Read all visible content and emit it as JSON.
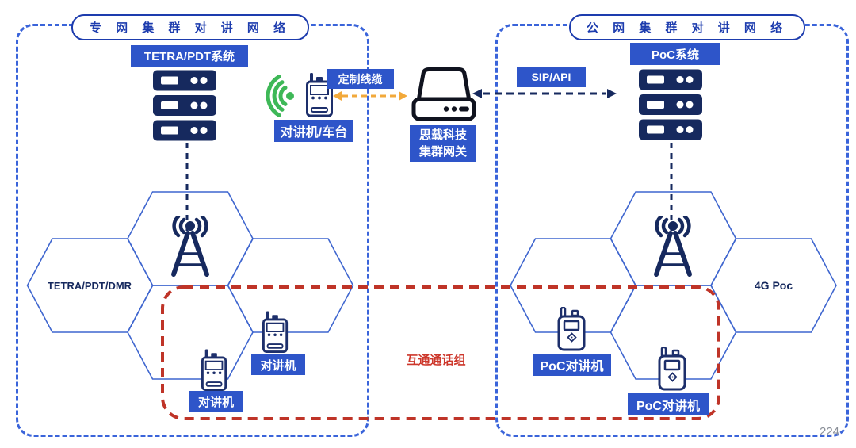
{
  "page_number": "224",
  "colors": {
    "chip_blue": "#2e55c9",
    "pill_navy": "#1d3cae",
    "icon_navy": "#16295e",
    "container_dash_blue": "#3a64da",
    "hex_border_blue": "#3f66cf",
    "talk_group_red": "#bf3428",
    "signal_green": "#3eb857",
    "cable_orange": "#f2a93b",
    "gateway_black": "#10131f",
    "page_number_gray": "#8a8f98"
  },
  "private_network": {
    "title": "专 网 集 群 对 讲 网 络",
    "system_label": "TETRA/PDT系统",
    "radio_mobile_label": "对讲机/车台",
    "cell_tech_label": "TETRA/PDT/DMR",
    "handset_labels": [
      "对讲机",
      "对讲机"
    ]
  },
  "public_network": {
    "title": "公 网 集 群 对 讲 网 络",
    "system_label": "PoC系统",
    "cell_tech_label": "4G Poc",
    "handset_labels": [
      "PoC对讲机",
      "PoC对讲机"
    ]
  },
  "gateway": {
    "name_line1": "思载科技",
    "name_line2": "集群网关"
  },
  "links": {
    "custom_cable_label": "定制线缆",
    "sip_api_label": "SIP/API"
  },
  "talk_group": {
    "label": "互通通话组"
  },
  "icons": [
    "server-stack-icon",
    "server-stack-icon",
    "gateway-box-icon",
    "walkie-talkie-icon",
    "walkie-talkie-icon",
    "walkie-talkie-icon",
    "poc-walkie-talkie-icon",
    "poc-walkie-talkie-icon",
    "signal-waves-icon",
    "antenna-tower-icon",
    "antenna-tower-icon"
  ]
}
